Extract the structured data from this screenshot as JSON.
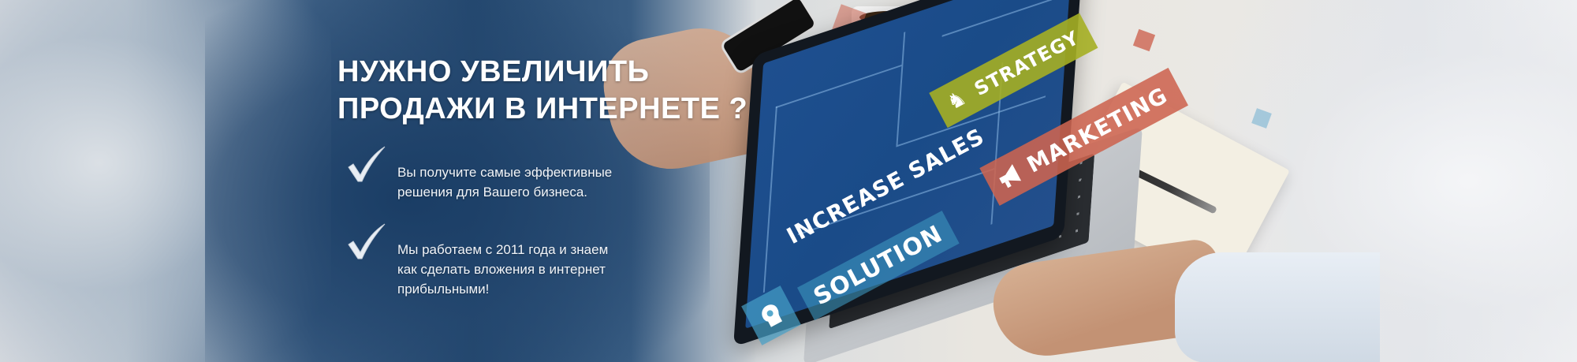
{
  "banner": {
    "headline": [
      "НУЖНО УВЕЛИЧИТЬ",
      "ПРОДАЖИ В ИНТЕРНЕТЕ ?"
    ],
    "features": [
      {
        "icon": "checkmark-icon",
        "lines": [
          "Вы получите самые эффективные",
          "решения для Вашего бизнеса."
        ]
      },
      {
        "icon": "checkmark-icon",
        "lines": [
          "Мы работаем с 2011 года и знаем",
          "как сделать вложения в интернет",
          "прибыльными!"
        ]
      }
    ]
  },
  "laptop_screen": {
    "increase_sales": "INCREASE SALES",
    "solution": "SOLUTION",
    "strategy": "STRATEGY",
    "marketing": "MARKETING",
    "icons": [
      "chess-knight-icon",
      "megaphone-icon",
      "lightbulb-head-icon"
    ]
  },
  "colors": {
    "strategy_tag": "#a5af23",
    "marketing_tag": "#cd6450",
    "screen_blue": "#1e4f8f",
    "headline_text": "#ffffff"
  }
}
